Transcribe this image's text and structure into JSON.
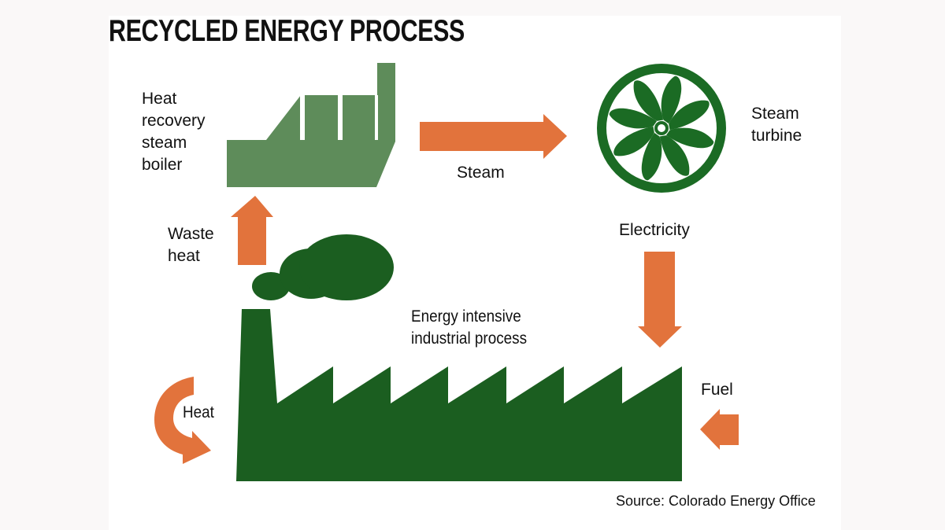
{
  "title": "RECYCLED ENERGY PROCESS",
  "colors": {
    "orange_arrow": "#e2733c",
    "boiler_green": "#5e8c5a",
    "dark_green": "#1b5e20",
    "text": "#111111",
    "background": "#ffffff"
  },
  "nodes": {
    "boiler": {
      "label_lines": [
        "Heat",
        "recovery",
        "steam",
        "boiler"
      ],
      "icon": "boiler-icon"
    },
    "turbine": {
      "label_lines": [
        "Steam",
        "turbine"
      ],
      "icon": "turbine-icon"
    },
    "factory": {
      "label_lines": [
        "Energy intensive",
        "industrial process"
      ],
      "icon": "factory-icon"
    }
  },
  "flows": {
    "steam": {
      "label": "Steam",
      "from": "boiler",
      "to": "turbine"
    },
    "electricity": {
      "label": "Electricity",
      "from": "turbine",
      "to": "factory"
    },
    "waste_heat": {
      "label_lines": [
        "Waste",
        "heat"
      ],
      "from": "factory",
      "to": "boiler"
    },
    "heat": {
      "label": "Heat",
      "from": "factory",
      "to": "factory"
    },
    "fuel": {
      "label": "Fuel",
      "to": "factory"
    }
  },
  "source": "Source: Colorado Energy Office"
}
